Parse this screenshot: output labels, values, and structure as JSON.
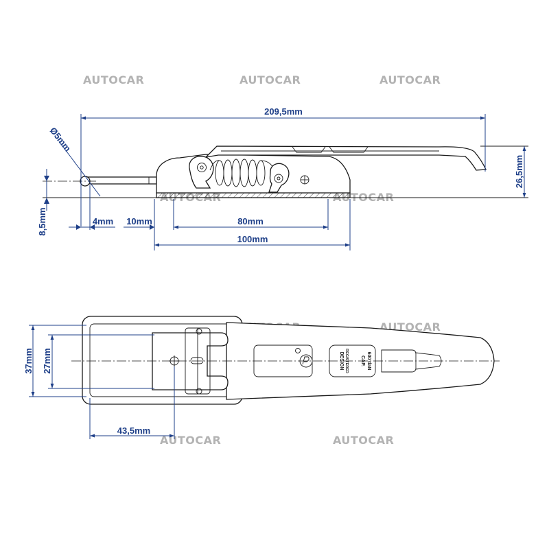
{
  "watermark": "AUTOCAR",
  "dimensions": {
    "overall_length": "209,5mm",
    "pin_diameter": "Ø5mm",
    "height": "26,5mm",
    "offset": "8,5mm",
    "pin_gap": "4mm",
    "spacing": "10mm",
    "hole_distance": "80mm",
    "base_length": "100mm",
    "plate_width": "37mm",
    "inner_width": "27mm",
    "bracket_distance": "43,5mm"
  },
  "markings": {
    "design_line1": "DESIGN",
    "design_line2": "REGISTERED",
    "cap_line1": "CAP.",
    "cap_line2": "600 daN"
  },
  "colors": {
    "dimension": "#1e3f88",
    "watermark": "#b3b3b3",
    "outline": "#1a1a1a"
  }
}
